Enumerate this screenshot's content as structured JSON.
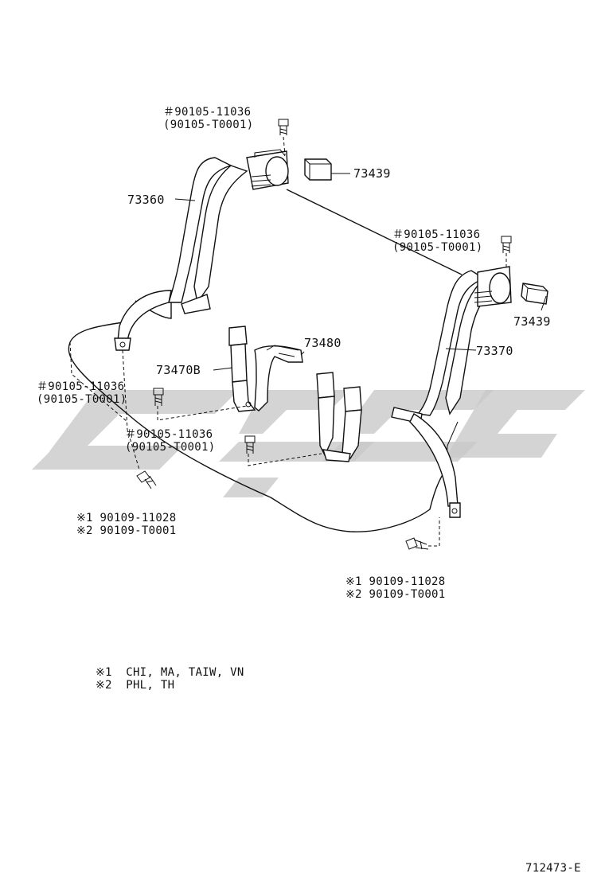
{
  "callouts": {
    "bolt_top_left_main": "＃90105-11036",
    "bolt_top_left_alt": "(90105-T0001)",
    "bolt_top_right_main": "＃90105-11036",
    "bolt_top_right_alt": "(90105-T0001)",
    "bolt_mid_left_main": "＃90105-11036",
    "bolt_mid_left_alt": "(90105-T0001)",
    "bolt_mid_center_main": "＃90105-11036",
    "bolt_mid_center_alt": "(90105-T0001)",
    "bolt_bottom_left_1": "※1 90109-11028",
    "bolt_bottom_left_2": "※2 90109-T0001",
    "bolt_bottom_right_1": "※1 90109-11028",
    "bolt_bottom_right_2": "※2 90109-T0001"
  },
  "parts": {
    "cover_left": "73439",
    "cover_right": "73439",
    "belt_left_outer": "73360",
    "belt_right_outer": "73370",
    "buckle_left": "73470B",
    "buckle_center": "73480"
  },
  "notes": {
    "note_1": "※1  CHI, MA, TAIW, VN",
    "note_2": "※2  PHL, TH"
  },
  "drawing_number": "712473-E"
}
